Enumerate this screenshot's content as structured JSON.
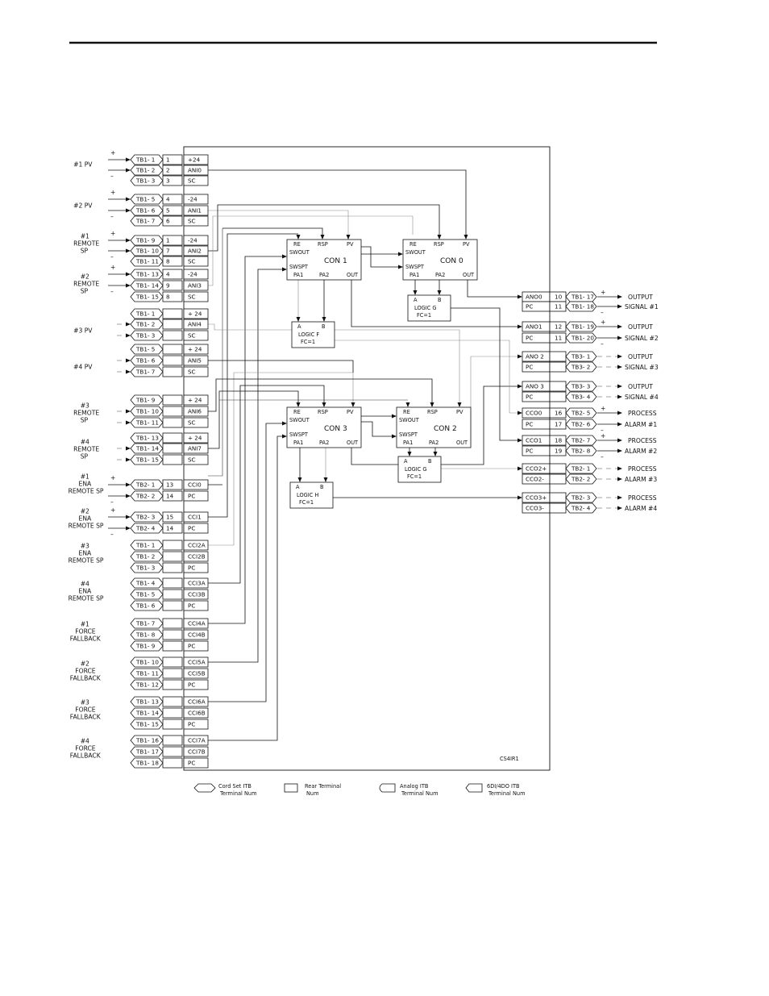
{
  "left_terminals": [
    {
      "tb": "TB1- 1",
      "num": "1",
      "sig": "+24"
    },
    {
      "tb": "TB1- 2",
      "num": "2",
      "sig": "ANI0"
    },
    {
      "tb": "TB1- 3",
      "num": "3",
      "sig": "SC"
    },
    {
      "tb": "TB1- 5",
      "num": "4",
      "sig": "-24"
    },
    {
      "tb": "TB1- 6",
      "num": "5",
      "sig": "ANI1"
    },
    {
      "tb": "TB1- 7",
      "num": "6",
      "sig": "SC"
    },
    {
      "tb": "TB1- 9",
      "num": "1",
      "sig": "-24"
    },
    {
      "tb": "TB1- 10",
      "num": "7",
      "sig": "ANI2"
    },
    {
      "tb": "TB1- 11",
      "num": "8",
      "sig": "SC"
    },
    {
      "tb": "TB1- 13",
      "num": "4",
      "sig": "-24"
    },
    {
      "tb": "TB1- 14",
      "num": "9",
      "sig": "ANI3"
    },
    {
      "tb": "TB1- 15",
      "num": "8",
      "sig": "SC"
    },
    {
      "tb": "TB1- 1",
      "num": "",
      "sig": "+ 24"
    },
    {
      "tb": "TB1- 2",
      "num": "",
      "sig": "ANI4"
    },
    {
      "tb": "TB1- 3",
      "num": "",
      "sig": "SC"
    },
    {
      "tb": "TB1- 5",
      "num": "",
      "sig": "+ 24"
    },
    {
      "tb": "TB1- 6",
      "num": "",
      "sig": "ANI5"
    },
    {
      "tb": "TB1- 7",
      "num": "",
      "sig": "SC"
    },
    {
      "tb": "TB1- 9",
      "num": "",
      "sig": "+ 24"
    },
    {
      "tb": "TB1- 10",
      "num": "",
      "sig": "ANI6"
    },
    {
      "tb": "TB1- 11",
      "num": "",
      "sig": "SC"
    },
    {
      "tb": "TB1- 13",
      "num": "",
      "sig": "+ 24"
    },
    {
      "tb": "TB1- 14",
      "num": "",
      "sig": "ANI7"
    },
    {
      "tb": "TB1- 15",
      "num": "",
      "sig": "SC"
    },
    {
      "tb": "TB2- 1",
      "num": "13",
      "sig": "CCI0"
    },
    {
      "tb": "TB2- 2",
      "num": "14",
      "sig": "PC"
    },
    {
      "tb": "TB2- 3",
      "num": "15",
      "sig": "CCI1"
    },
    {
      "tb": "TB2- 4",
      "num": "14",
      "sig": "PC"
    },
    {
      "tb": "TB1- 1",
      "num": "",
      "sig": "CCI2A"
    },
    {
      "tb": "TB1- 2",
      "num": "",
      "sig": "CCI2B"
    },
    {
      "tb": "TB1- 3",
      "num": "",
      "sig": "PC"
    },
    {
      "tb": "TB1- 4",
      "num": "",
      "sig": "CCI3A"
    },
    {
      "tb": "TB1- 5",
      "num": "",
      "sig": "CCI3B"
    },
    {
      "tb": "TB1- 6",
      "num": "",
      "sig": "PC"
    },
    {
      "tb": "TB1- 7",
      "num": "",
      "sig": "CCI4A"
    },
    {
      "tb": "TB1- 8",
      "num": "",
      "sig": "CCI4B"
    },
    {
      "tb": "TB1- 9",
      "num": "",
      "sig": "PC"
    },
    {
      "tb": "TB1- 10",
      "num": "",
      "sig": "CCI5A"
    },
    {
      "tb": "TB1- 11",
      "num": "",
      "sig": "CCI5B"
    },
    {
      "tb": "TB1- 12",
      "num": "",
      "sig": "PC"
    },
    {
      "tb": "TB1- 13",
      "num": "",
      "sig": "CCI6A"
    },
    {
      "tb": "TB1- 14",
      "num": "",
      "sig": "CCI6B"
    },
    {
      "tb": "TB1- 15",
      "num": "",
      "sig": "PC"
    },
    {
      "tb": "TB1- 16",
      "num": "",
      "sig": "CCI7A"
    },
    {
      "tb": "TB1- 17",
      "num": "",
      "sig": "CCI7B"
    },
    {
      "tb": "TB1- 18",
      "num": "",
      "sig": "PC"
    }
  ],
  "input_labels": [
    [
      "#1  PV"
    ],
    [
      "#2  PV"
    ],
    [
      "#1",
      "REMOTE",
      "SP"
    ],
    [
      "#2",
      "REMOTE",
      "SP"
    ],
    [
      "#3  PV"
    ],
    [
      "#4  PV"
    ],
    [
      "#3",
      "REMOTE",
      "SP"
    ],
    [
      "#4",
      "REMOTE",
      "SP"
    ],
    [
      "#1",
      "ENA",
      "REMOTE SP"
    ],
    [
      "#2",
      "ENA",
      "REMOTE SP"
    ],
    [
      "#3",
      "ENA",
      "REMOTE SP"
    ],
    [
      "#4",
      "ENA",
      "REMOTE SP"
    ],
    [
      "#1",
      "FORCE",
      "FALLBACK"
    ],
    [
      "#2",
      "FORCE",
      "FALLBACK"
    ],
    [
      "#3",
      "FORCE",
      "FALLBACK"
    ],
    [
      "#4",
      "FORCE",
      "FALLBACK"
    ]
  ],
  "controllers": [
    {
      "name": "CON 1",
      "re": "RE",
      "rsp": "RSP",
      "pv": "PV",
      "swout": "SWOUT",
      "swspt": "SWSPT",
      "pa1": "PA1",
      "pa2": "PA2",
      "out": "OUT"
    },
    {
      "name": "CON 0",
      "re": "RE",
      "rsp": "RSP",
      "pv": "PV",
      "swout": "SWOUT",
      "swspt": "SWSPT",
      "pa1": "PA1",
      "pa2": "PA2",
      "out": "OUT"
    },
    {
      "name": "CON 3",
      "re": "RE",
      "rsp": "RSP",
      "pv": "PV",
      "swout": "SWOUT",
      "swspt": "SWSPT",
      "pa1": "PA1",
      "pa2": "PA2",
      "out": "OUT"
    },
    {
      "name": "CON 2",
      "re": "RE",
      "rsp": "RSP",
      "pv": "PV",
      "swout": "SWOUT",
      "swspt": "SWSPT",
      "pa1": "PA1",
      "pa2": "PA2",
      "out": "OUT"
    }
  ],
  "logic_blocks": [
    {
      "a": "A",
      "b": "B",
      "name": "LOGIC F",
      "fc": "FC=1"
    },
    {
      "a": "A",
      "b": "B",
      "name": "LOGIC G",
      "fc": "FC=1"
    },
    {
      "a": "A",
      "b": "B",
      "name": "LOGIC H",
      "fc": "FC=1"
    },
    {
      "a": "A",
      "b": "B",
      "name": "LOGIC G",
      "fc": "FC=1"
    }
  ],
  "right_terminals": [
    {
      "sig": "ANO0",
      "num": "10",
      "tb": "TB1- 17"
    },
    {
      "sig": "PC",
      "num": "11",
      "tb": "TB1- 18"
    },
    {
      "sig": "ANO1",
      "num": "12",
      "tb": "TB1- 19"
    },
    {
      "sig": "PC",
      "num": "11",
      "tb": "TB1- 20"
    },
    {
      "sig": "ANO 2",
      "num": "",
      "tb": "TB3- 1"
    },
    {
      "sig": "PC",
      "num": "",
      "tb": "TB3- 2"
    },
    {
      "sig": "ANO 3",
      "num": "",
      "tb": "TB3- 3"
    },
    {
      "sig": "PC",
      "num": "",
      "tb": "TB3- 4"
    },
    {
      "sig": "CCO0",
      "num": "16",
      "tb": "TB2- 5"
    },
    {
      "sig": "PC",
      "num": "17",
      "tb": "TB2- 6"
    },
    {
      "sig": "CCO1",
      "num": "18",
      "tb": "TB2- 7"
    },
    {
      "sig": "PC",
      "num": "19",
      "tb": "TB2- 8"
    },
    {
      "sig": "CCO2+",
      "num": "",
      "tb": "TB2- 1"
    },
    {
      "sig": "CCO2-",
      "num": "",
      "tb": "TB2- 2"
    },
    {
      "sig": "CCO3+",
      "num": "",
      "tb": "TB2- 3"
    },
    {
      "sig": "CCO3-",
      "num": "",
      "tb": "TB2- 4"
    }
  ],
  "output_labels": [
    [
      "OUTPUT",
      "SIGNAL  #1"
    ],
    [
      "OUTPUT",
      "SIGNAL  #2"
    ],
    [
      "OUTPUT",
      "SIGNAL  #3"
    ],
    [
      "OUTPUT",
      "SIGNAL  #4"
    ],
    [
      "PROCESS",
      "ALARM  #1"
    ],
    [
      "PROCESS",
      "ALARM  #2"
    ],
    [
      "PROCESS",
      "ALARM  #3"
    ],
    [
      "PROCESS",
      "ALARM  #4"
    ]
  ],
  "figure_code": "CS4IR1",
  "legend": [
    [
      "Cord Set ITB",
      "Terminal Num"
    ],
    [
      "Rear  Terminal",
      "Num"
    ],
    [
      "Analog  ITB",
      "Terminal  Num"
    ],
    [
      "6DI/4DO  ITB",
      "Terminal  Num"
    ]
  ],
  "polarity": {
    "plus": "+",
    "minus": "–"
  }
}
